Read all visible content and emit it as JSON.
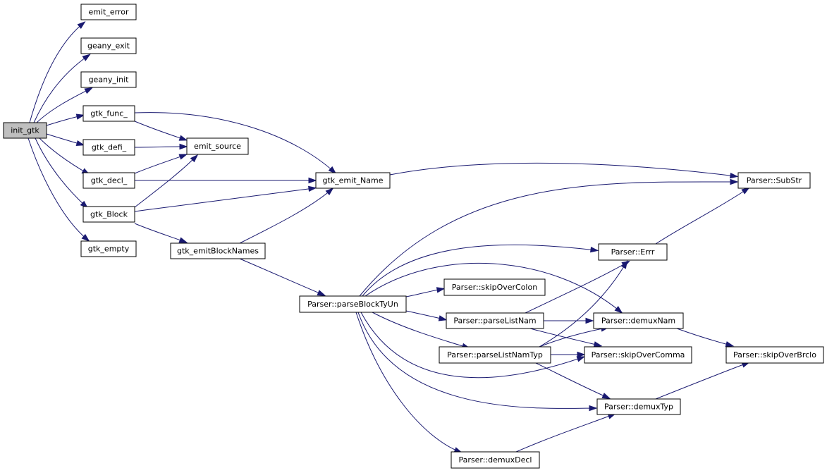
{
  "colors": {
    "edge": "#191970",
    "root_fill": "#bfbfbf",
    "node_fill": "#ffffff",
    "node_stroke": "#000000"
  },
  "nodes": {
    "init_gtk": "init_gtk",
    "emit_error": "emit_error",
    "geany_exit": "geany_exit",
    "geany_init": "geany_init",
    "gtk_func_": "gtk_func_",
    "gtk_defi_": "gtk_defi_",
    "gtk_decl_": "gtk_decl_",
    "gtk_Block": "gtk_Block",
    "gtk_empty": "gtk_empty",
    "emit_source": "emit_source",
    "gtk_emit_Name": "gtk_emit_Name",
    "gtk_emitBlockNames": "gtk_emitBlockNames",
    "parseBlockTyUn": "Parser::parseBlockTyUn",
    "skipOverColon": "Parser::skipOverColon",
    "parseListNam": "Parser::parseListNam",
    "parseListNamTyp": "Parser::parseListNamTyp",
    "demuxDecl": "Parser::demuxDecl",
    "Errr": "Parser::Errr",
    "demuxNam": "Parser::demuxNam",
    "skipOverComma": "Parser::skipOverComma",
    "demuxTyp": "Parser::demuxTyp",
    "SubStr": "Parser::SubStr",
    "skipOverBrclo": "Parser::skipOverBrclo"
  },
  "edges": [
    [
      "init_gtk",
      "emit_error"
    ],
    [
      "init_gtk",
      "geany_exit"
    ],
    [
      "init_gtk",
      "geany_init"
    ],
    [
      "init_gtk",
      "gtk_func_"
    ],
    [
      "init_gtk",
      "gtk_defi_"
    ],
    [
      "init_gtk",
      "gtk_decl_"
    ],
    [
      "init_gtk",
      "gtk_Block"
    ],
    [
      "init_gtk",
      "gtk_empty"
    ],
    [
      "gtk_func_",
      "emit_source"
    ],
    [
      "gtk_func_",
      "gtk_emit_Name"
    ],
    [
      "gtk_defi_",
      "emit_source"
    ],
    [
      "gtk_decl_",
      "emit_source"
    ],
    [
      "gtk_decl_",
      "gtk_emit_Name"
    ],
    [
      "gtk_Block",
      "emit_source"
    ],
    [
      "gtk_Block",
      "gtk_emit_Name"
    ],
    [
      "gtk_Block",
      "gtk_emitBlockNames"
    ],
    [
      "gtk_emit_Name",
      "SubStr"
    ],
    [
      "gtk_emitBlockNames",
      "gtk_emit_Name"
    ],
    [
      "gtk_emitBlockNames",
      "parseBlockTyUn"
    ],
    [
      "parseBlockTyUn",
      "SubStr"
    ],
    [
      "parseBlockTyUn",
      "Errr"
    ],
    [
      "parseBlockTyUn",
      "demuxNam"
    ],
    [
      "parseBlockTyUn",
      "skipOverColon"
    ],
    [
      "parseBlockTyUn",
      "parseListNam"
    ],
    [
      "parseBlockTyUn",
      "parseListNamTyp"
    ],
    [
      "parseBlockTyUn",
      "skipOverComma"
    ],
    [
      "parseBlockTyUn",
      "demuxTyp"
    ],
    [
      "parseBlockTyUn",
      "demuxDecl"
    ],
    [
      "parseListNam",
      "Errr"
    ],
    [
      "parseListNam",
      "demuxNam"
    ],
    [
      "parseListNam",
      "skipOverComma"
    ],
    [
      "parseListNamTyp",
      "Errr"
    ],
    [
      "parseListNamTyp",
      "demuxNam"
    ],
    [
      "parseListNamTyp",
      "skipOverComma"
    ],
    [
      "parseListNamTyp",
      "demuxTyp"
    ],
    [
      "Errr",
      "SubStr"
    ],
    [
      "demuxNam",
      "skipOverBrclo"
    ],
    [
      "demuxTyp",
      "skipOverBrclo"
    ],
    [
      "demuxDecl",
      "demuxTyp"
    ]
  ]
}
